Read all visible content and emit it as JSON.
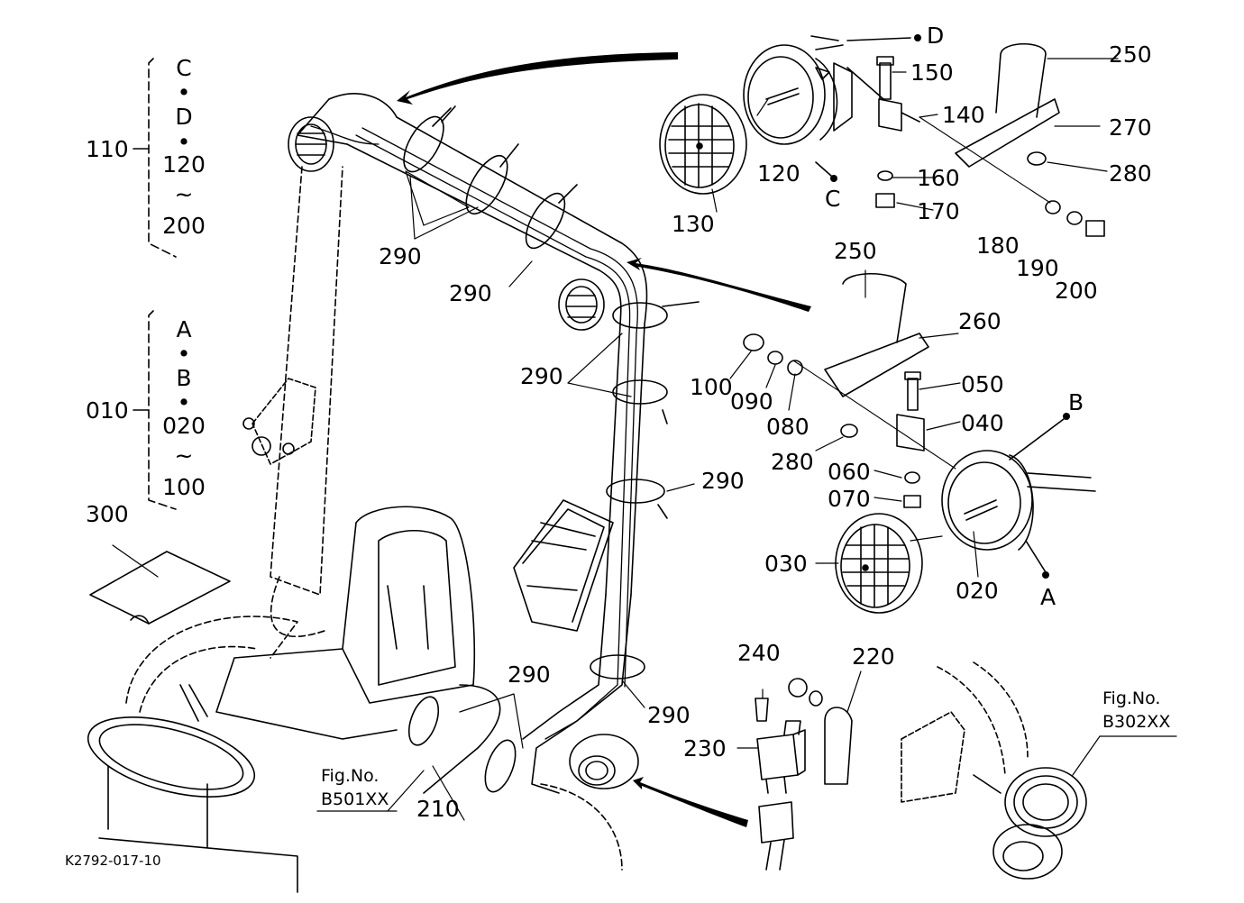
{
  "labels": {
    "p010": "010",
    "p020": "020",
    "p030": "030",
    "p040": "040",
    "p050": "050",
    "p060": "060",
    "p070": "070",
    "p080": "080",
    "p090": "090",
    "p100": "100",
    "p110": "110",
    "p120": "120",
    "p130": "130",
    "p140": "140",
    "p150": "150",
    "p160": "160",
    "p170": "170",
    "p180": "180",
    "p190": "190",
    "p200": "200",
    "p210": "210",
    "p220": "220",
    "p230": "230",
    "p240": "240",
    "p250a": "250",
    "p250b": "250",
    "p260": "260",
    "p270": "270",
    "p280a": "280",
    "p280b": "280",
    "p290a": "290",
    "p290b": "290",
    "p290c": "290",
    "p290d": "290",
    "p290e": "290",
    "p290f": "290",
    "p300": "300",
    "refA": "A",
    "refA2": "A",
    "refB": "B",
    "refB2": "B",
    "refC": "C",
    "refC2": "C",
    "refD": "D",
    "refD2": "D"
  },
  "group_110": {
    "top": "C",
    "mid": "D",
    "from": "120",
    "range": "~",
    "to": "200"
  },
  "group_010": {
    "top": "A",
    "mid": "B",
    "from": "020",
    "range": "~",
    "to": "100"
  },
  "fig_refs": {
    "b501": {
      "prefix": "Fig.No.",
      "code": "B501XX"
    },
    "b302": {
      "prefix": "Fig.No.",
      "code": "B302XX"
    }
  },
  "drawing_code": "K2792-017-10",
  "colors": {
    "line": "#000000",
    "background": "#ffffff"
  }
}
